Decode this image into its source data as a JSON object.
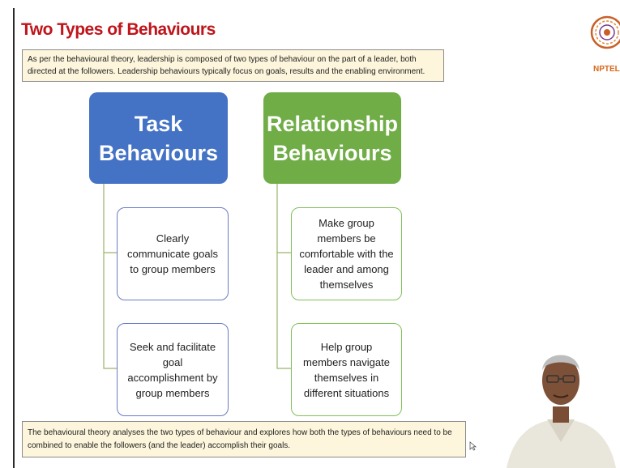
{
  "slide": {
    "title": "Two Types of Behaviours",
    "intro": "As per the behavioural theory, leadership is composed of two types of behaviour on the part of a leader, both directed at the followers. Leadership behaviours typically focus on goals, results and the enabling environment.",
    "footer": "The behavioural theory analyses the two types of behaviour and explores how both the types of behaviours need to be combined to enable the followers (and the leader) accomplish their goals."
  },
  "logo": {
    "caption": "NPTEL",
    "icon": "nptel-logo-icon"
  },
  "task": {
    "header_line1": "Task",
    "header_line2": "Behaviours",
    "color": "#4472c4",
    "items": [
      "Clearly communicate goals to group members",
      "Seek and facilitate goal accomplishment by group members"
    ]
  },
  "relationship": {
    "header_line1": "Relationship",
    "header_line2": "Behaviours",
    "color": "#70ad47",
    "items": [
      "Make group members be comfortable with the leader and among themselves",
      "Help group members navigate themselves in different situations"
    ]
  },
  "colors": {
    "title": "#c0141b",
    "textbox_bg": "#fdf6dc",
    "logo_caption": "#d9681a"
  }
}
